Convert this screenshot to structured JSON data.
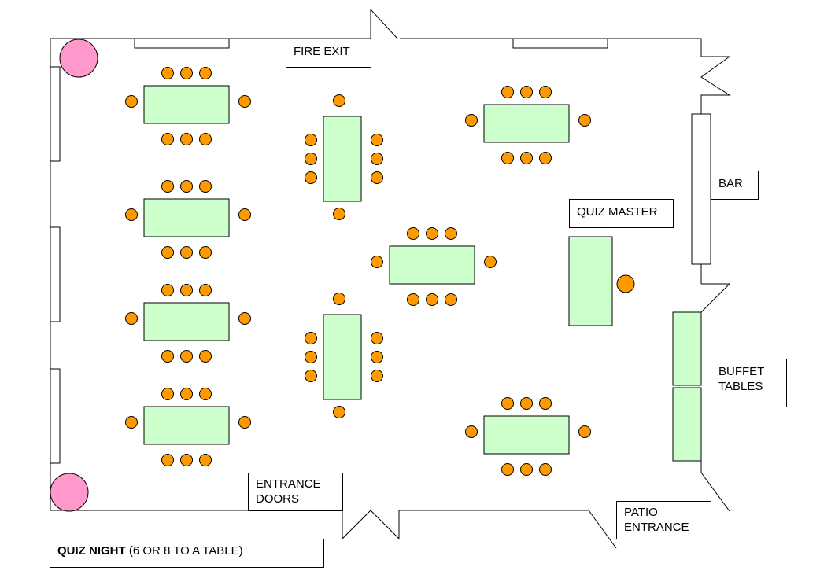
{
  "labels": {
    "fire_exit": "FIRE EXIT",
    "bar": "BAR",
    "quiz_master": "QUIZ MASTER",
    "buffet_line1": "BUFFET",
    "buffet_line2": "TABLES",
    "entrance_line1": "ENTRANCE",
    "entrance_line2": "DOORS",
    "patio_line1": "PATIO",
    "patio_line2": "ENTRANCE"
  },
  "caption": {
    "title": "QUIZ NIGHT",
    "subtitle": " (6 OR 8 TO A TABLE)"
  },
  "colors": {
    "table_fill": "#ccffcc",
    "chair_fill": "#ff9900",
    "pillar_fill": "#ff99cc",
    "line": "#000000"
  }
}
